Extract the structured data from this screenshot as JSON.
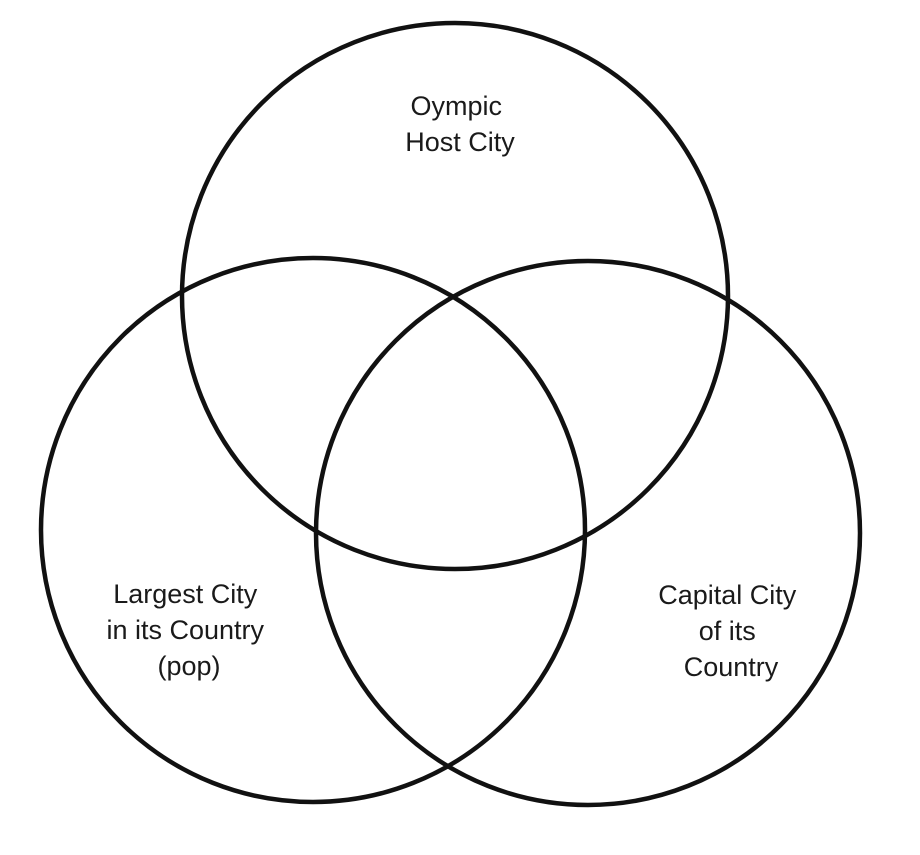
{
  "colors": {
    "background": "#ffffff",
    "outline": "#111111",
    "text": "#1a1a1a"
  },
  "sets": [
    {
      "id": "olympic",
      "label_lines": [
        "Oympic",
        "Host City"
      ]
    },
    {
      "id": "largest",
      "label_lines": [
        "Largest City",
        "in its Country",
        "(pop)"
      ]
    },
    {
      "id": "capital",
      "label_lines": [
        "Capital City",
        "of its",
        "Country"
      ]
    }
  ]
}
